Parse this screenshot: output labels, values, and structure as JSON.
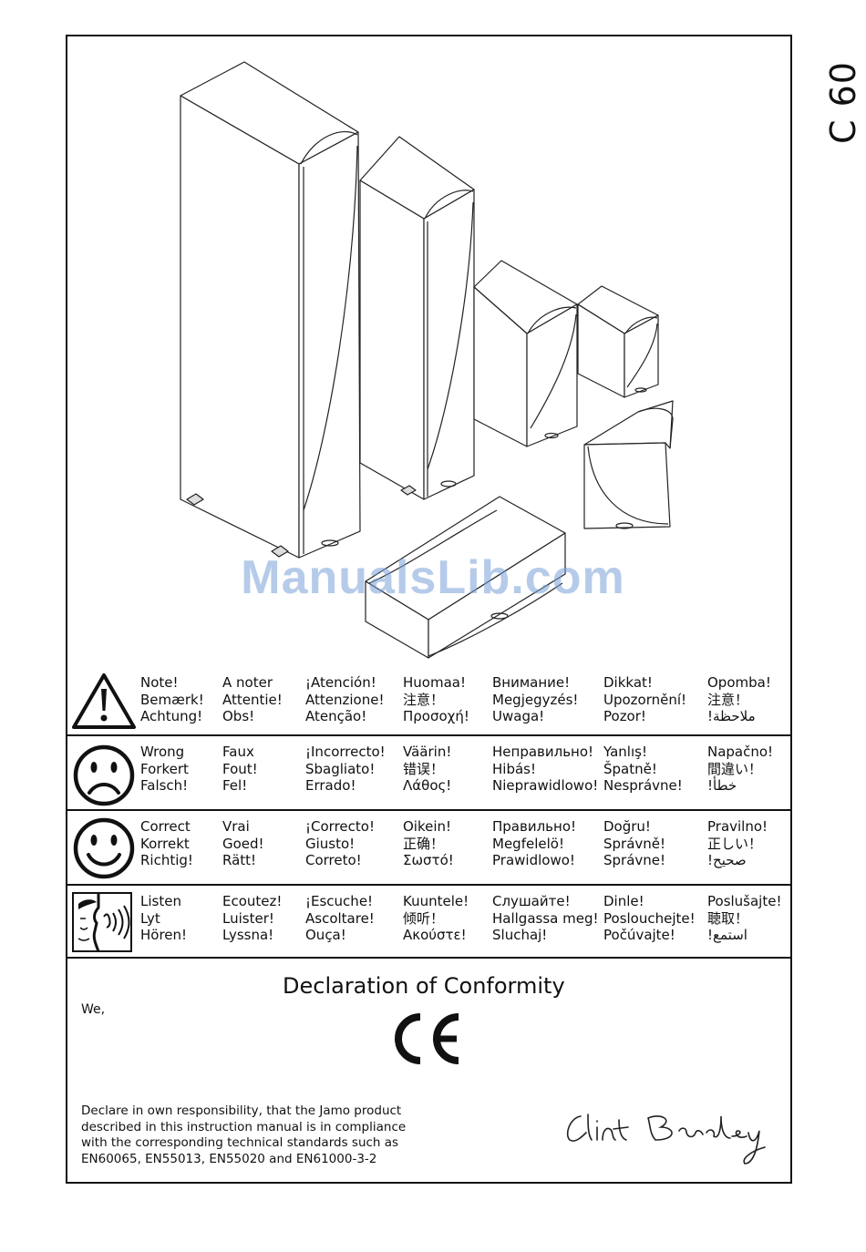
{
  "side_title": "C 60",
  "watermark": "ManualsLib.com",
  "rows": [
    {
      "icon": "warning-triangle-icon",
      "columns": [
        [
          "Note!",
          "Bemærk!",
          "Achtung!"
        ],
        [
          "A noter",
          "Attentie!",
          "Obs!"
        ],
        [
          "¡Atención!",
          "Attenzione!",
          "Atenção!"
        ],
        [
          "Huomaa!",
          "注意！",
          "Προσοχή!"
        ],
        [
          "Внимание!",
          "Megjegyzés!",
          "Uwaga!"
        ],
        [
          "Dikkat!",
          "Upozornění!",
          "Pozor!"
        ],
        [
          "Opomba!",
          "注意！",
          "!ملاحظة"
        ]
      ]
    },
    {
      "icon": "sad-face-icon",
      "columns": [
        [
          "Wrong",
          "Forkert",
          "Falsch!"
        ],
        [
          "Faux",
          "Fout!",
          "Fel!"
        ],
        [
          "¡Incorrecto!",
          "Sbagliato!",
          "Errado!"
        ],
        [
          "Väärin!",
          "错误！",
          "Λάθος!"
        ],
        [
          "Неправильно!",
          "Hibás!",
          "Nieprawidlowo!"
        ],
        [
          "Yanlış!",
          "Špatně!",
          "Nesprávne!"
        ],
        [
          "Napačno!",
          "間違い！",
          "!خطأ"
        ]
      ]
    },
    {
      "icon": "happy-face-icon",
      "columns": [
        [
          "Correct",
          "Korrekt",
          "Richtig!"
        ],
        [
          "Vrai",
          "Goed!",
          "Rätt!"
        ],
        [
          "¡Correcto!",
          "Giusto!",
          "Correto!"
        ],
        [
          "Oikein!",
          "正确！",
          "Σωστό!"
        ],
        [
          "Правильно!",
          "Megfelelö!",
          "Prawidlowo!"
        ],
        [
          "Doğru!",
          "Správně!",
          "Správne!"
        ],
        [
          "Pravilno!",
          "正しい！",
          "!صحيح"
        ]
      ]
    },
    {
      "icon": "listening-ear-icon",
      "columns": [
        [
          "Listen",
          "Lyt",
          "Hören!"
        ],
        [
          "Ecoutez!",
          "Luister!",
          "Lyssna!"
        ],
        [
          "¡Escuche!",
          "Ascoltare!",
          "Ouça!"
        ],
        [
          "Kuuntele!",
          "倾听！",
          "Ακούστε!"
        ],
        [
          "Слушайте!",
          "Hallgassa meg!",
          "Sluchaj!"
        ],
        [
          "Dinle!",
          "Poslouchejte!",
          "Počúvajte!"
        ],
        [
          "Poslušajte!",
          "聴取！",
          "!استمع"
        ]
      ]
    }
  ],
  "declaration": {
    "title": "Declaration of Conformity",
    "we": "We,",
    "ce": "CE",
    "body_lines": [
      "Declare in own responsibility, that the Jamo product",
      "described in this instruction manual is in compliance",
      "with the corresponding technical standards such as",
      "EN60065, EN55013, EN55020 and EN61000-3-2"
    ]
  }
}
